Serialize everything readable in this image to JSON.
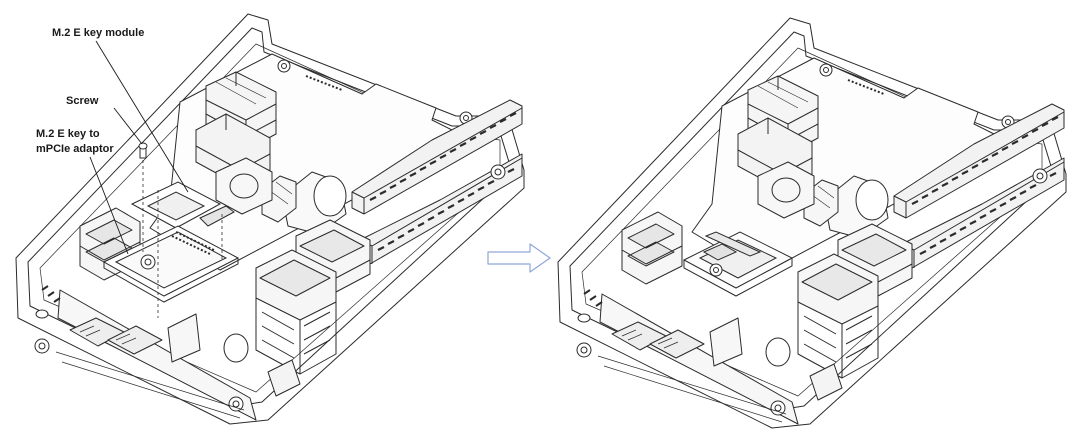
{
  "callouts": {
    "module": "M.2 E key module",
    "screw": "Screw",
    "adaptor_line1": "M.2 E key to",
    "adaptor_line2": "mPCIe adaptor"
  },
  "colors": {
    "line": "#2b2b2b",
    "arrow": "#8fa6d8"
  }
}
